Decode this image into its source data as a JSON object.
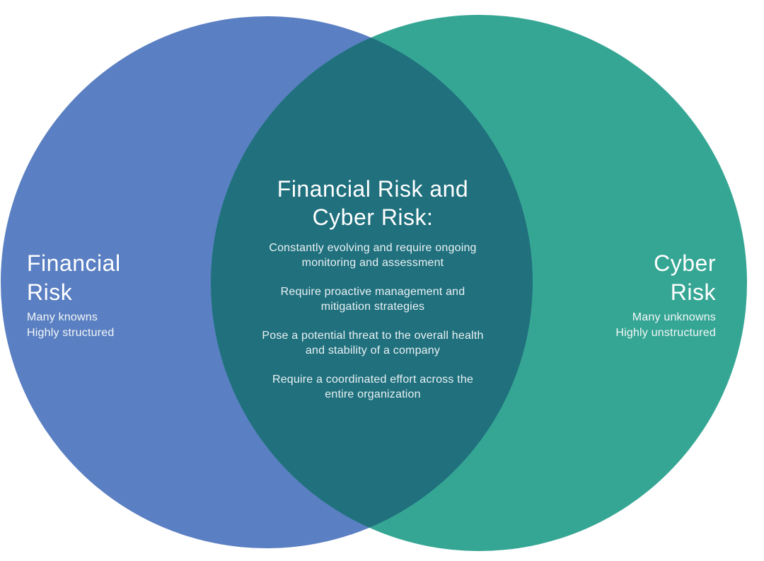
{
  "diagram": {
    "type": "venn-2-circle",
    "background_color": "#ffffff",
    "text_color": "#ffffff",
    "left_circle": {
      "color": "#5a7fc2",
      "title": "Financial Risk",
      "title_lines": [
        "Financial",
        "Risk"
      ],
      "subtitle_lines": [
        "Many knowns",
        "Highly structured"
      ]
    },
    "right_circle": {
      "color": "#36a694",
      "title": "Cyber Risk",
      "title_lines": [
        "Cyber",
        "Risk"
      ],
      "subtitle_lines": [
        "Many unknowns",
        "Highly unstructured"
      ]
    },
    "overlap": {
      "color": "#20707e",
      "title": "Financial Risk and Cyber Risk:",
      "title_lines": [
        "Financial Risk and",
        "Cyber Risk:"
      ],
      "points": [
        [
          "Constantly evolving and require ongoing",
          "monitoring and assessment"
        ],
        [
          "Require proactive management and",
          "mitigation strategies"
        ],
        [
          "Pose a potential threat to the overall health",
          "and stability of a company"
        ],
        [
          "Require a coordinated effort across the",
          "entire organization"
        ]
      ]
    }
  }
}
